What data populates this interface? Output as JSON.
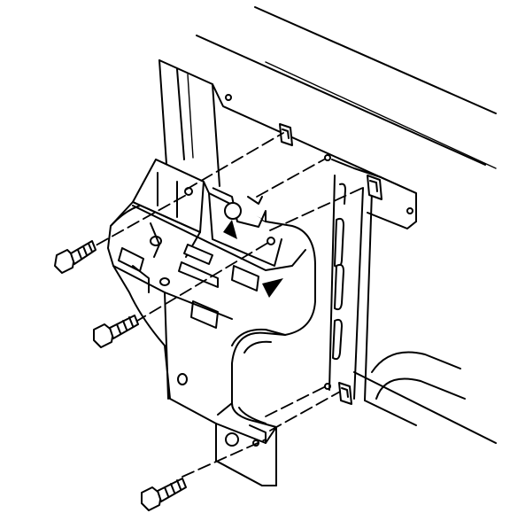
{
  "diagram": {
    "parts": [
      {
        "id": "vehicle-body-panel",
        "kind": "sheet-metal"
      },
      {
        "id": "frame-rail",
        "kind": "slotted-rail"
      },
      {
        "id": "mounting-bracket",
        "kind": "bracket"
      },
      {
        "id": "bolt-upper",
        "kind": "bolt"
      },
      {
        "id": "bolt-middle",
        "kind": "bolt"
      },
      {
        "id": "bolt-lower",
        "kind": "bolt"
      },
      {
        "id": "clip-nut-upper-left",
        "kind": "clip-nut"
      },
      {
        "id": "clip-nut-upper-right",
        "kind": "clip-nut"
      },
      {
        "id": "clip-nut-lower",
        "kind": "clip-nut"
      }
    ],
    "colors": {
      "ink": "#000000",
      "paper": "#ffffff"
    }
  }
}
